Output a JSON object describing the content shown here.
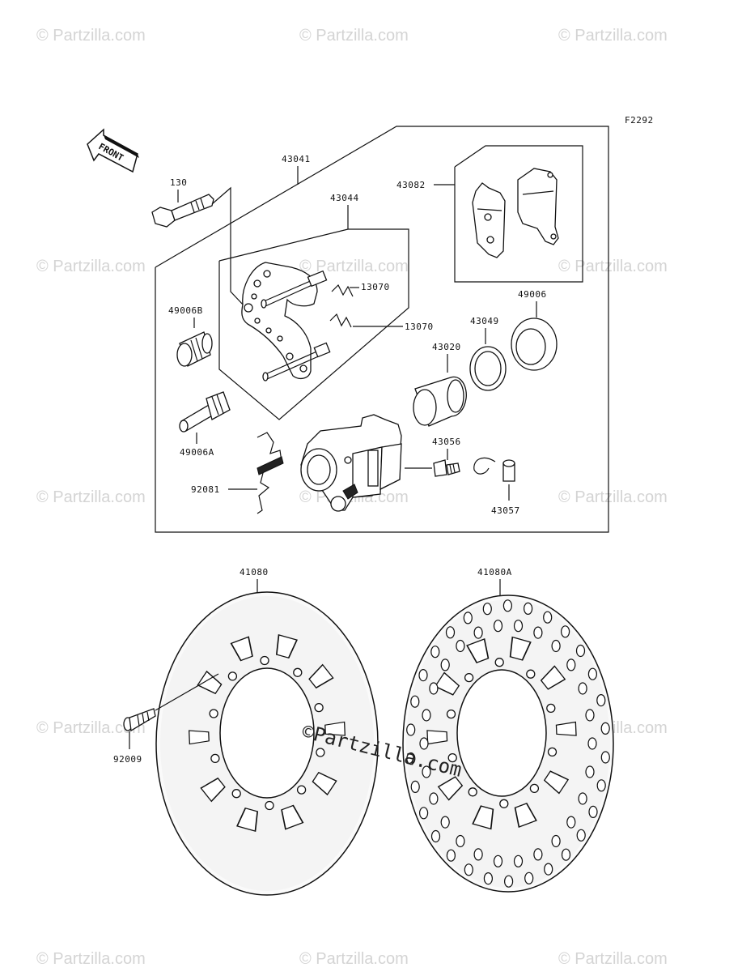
{
  "diagram": {
    "code": "F2292",
    "front_label": "FRONT",
    "watermark": "© Partzilla.com",
    "center_watermark": "©Partzilla.com"
  },
  "parts": {
    "p43041": "43041",
    "p130": "130",
    "p43044": "43044",
    "p43082": "43082",
    "p13070a": "13070",
    "p13070b": "13070",
    "p49006B": "49006B",
    "p49006": "49006",
    "p43049": "43049",
    "p43020": "43020",
    "p49006A": "49006A",
    "p43056": "43056",
    "p92081": "92081",
    "p43057": "43057",
    "p41080": "41080",
    "p41080A": "41080A",
    "p92009": "92009"
  }
}
